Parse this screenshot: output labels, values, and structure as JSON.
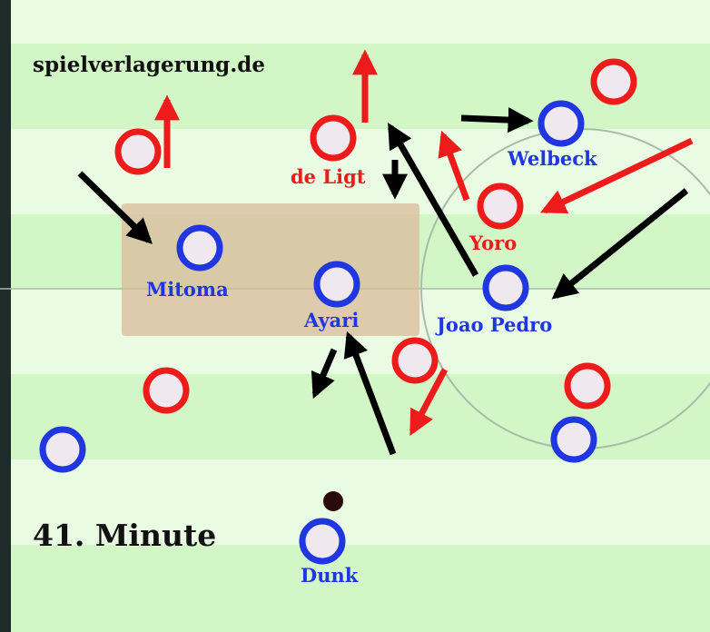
{
  "site": "spielverlagerung.de",
  "minute": "41. Minute",
  "colors": {
    "stripe_light": "#e9fbe3",
    "stripe_dark": "#d2f6c6",
    "left_edge": "#1f2a2a",
    "blue_team": "#1f36e0",
    "red_team": "#ee1b1b",
    "player_fill": "#efe8ee",
    "zone": "#d9b89a",
    "ball": "#2a0a0a",
    "arrow_black": "#000000",
    "pitch_line": "#a9bba9"
  },
  "players": {
    "blue": [
      {
        "id": "welbeck",
        "label": "Welbeck"
      },
      {
        "id": "mitoma",
        "label": "Mitoma"
      },
      {
        "id": "ayari",
        "label": "Ayari"
      },
      {
        "id": "joao-pedro",
        "label": "Joao Pedro"
      },
      {
        "id": "dunk",
        "label": "Dunk"
      },
      {
        "id": "blue-left-back",
        "label": ""
      },
      {
        "id": "blue-right",
        "label": ""
      }
    ],
    "red": [
      {
        "id": "de-ligt",
        "label": "de Ligt"
      },
      {
        "id": "yoro",
        "label": "Yoro"
      },
      {
        "id": "red-top-right",
        "label": ""
      },
      {
        "id": "red-left-top",
        "label": ""
      },
      {
        "id": "red-left-mid",
        "label": ""
      },
      {
        "id": "red-center",
        "label": ""
      },
      {
        "id": "red-right-low",
        "label": ""
      }
    ]
  }
}
